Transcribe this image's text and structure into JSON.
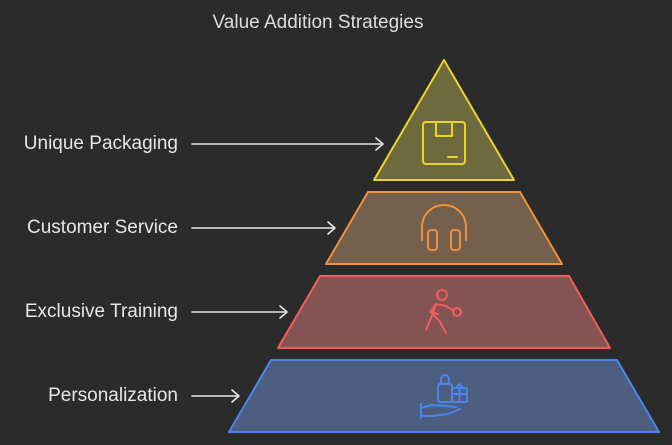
{
  "title": "Value Addition Strategies",
  "levels": [
    {
      "label": "Unique Packaging",
      "icon": "box-icon",
      "color": "#e9d52a"
    },
    {
      "label": "Customer Service",
      "icon": "headphones-icon",
      "color": "#f0913a"
    },
    {
      "label": "Exclusive Training",
      "icon": "boxing-person-icon",
      "color": "#f05d5d"
    },
    {
      "label": "Personalization",
      "icon": "hand-with-gift-bag-icon",
      "color": "#4a84ec"
    }
  ]
}
